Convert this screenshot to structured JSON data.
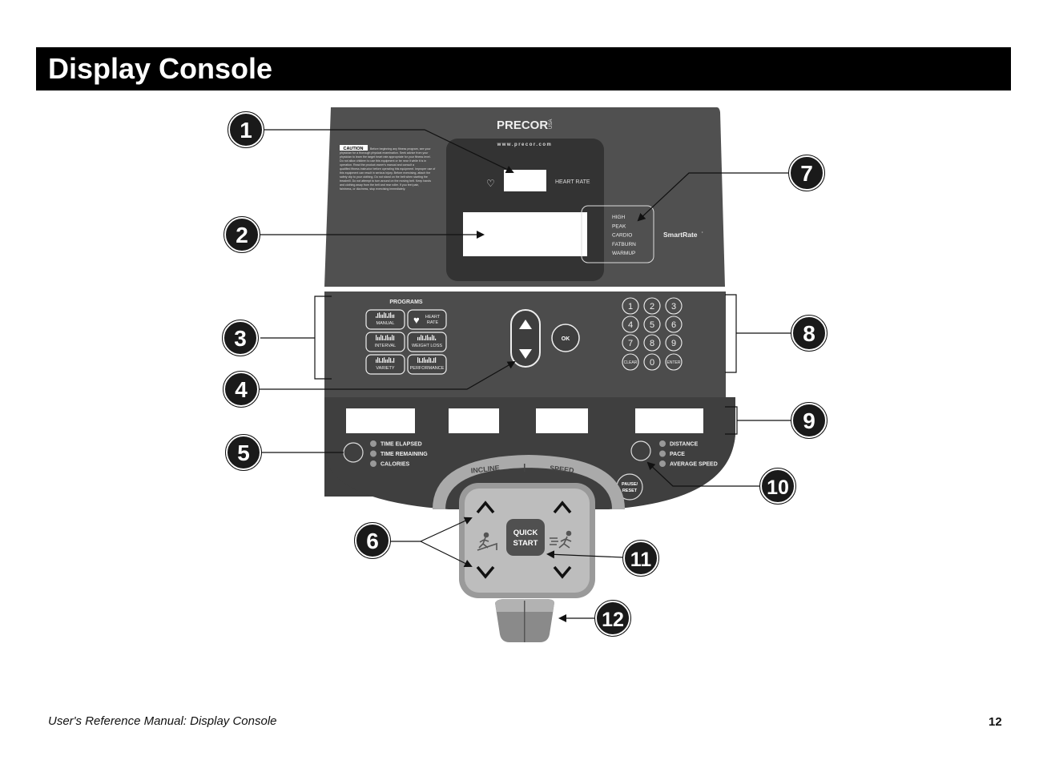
{
  "page": {
    "title": "Display Console",
    "footer_text": "User's Reference Manual: Display Console",
    "page_number": "12"
  },
  "console": {
    "brand": "PRECOR",
    "brand_suffix": "USA",
    "website": "www.precor.com",
    "caution_label": "CAUTION",
    "caution_text": [
      "Before beginning any fitness program, see your",
      "physician for a thorough physical examination. Seek advice from your",
      "physician to learn the target heart rate appropriate for your fitness level.",
      "Do not allow children to use this equipment or be near it while it is in",
      "operation. Read the product owner's manual and consult a",
      "qualified fitness instructor before operating this equipment. Improper use of",
      "this equipment can result in serious injury. Before exercising, attach the",
      "safety clip to your clothing. Do not stand on the belt when starting the",
      "treadmill. Do not attempt to turn around on the moving belt. Keep hands",
      "and clothing away from the belt and rear roller. If you feel pain,",
      "faintness, or dizziness, stop exercising immediately."
    ],
    "heart_rate_label": "HEART RATE",
    "smartrate_label": "SmartRate",
    "zones": [
      "HIGH",
      "PEAK",
      "CARDIO",
      "FATBURN",
      "WARMUP"
    ],
    "programs_title": "PROGRAMS",
    "programs": [
      "MANUAL",
      "HEART RATE",
      "INTERVAL",
      "WEIGHT LOSS",
      "VARIETY",
      "PERFORMANCE"
    ],
    "ok_label": "OK",
    "keypad": [
      "1",
      "2",
      "3",
      "4",
      "5",
      "6",
      "7",
      "8",
      "9",
      "CLEAR",
      "0",
      "ENTER"
    ],
    "left_indicators": [
      "TIME ELAPSED",
      "TIME REMAINING",
      "CALORIES"
    ],
    "right_indicators": [
      "DISTANCE",
      "PACE",
      "AVERAGE SPEED"
    ],
    "pause_label": [
      "PAUSE/",
      "RESET"
    ],
    "incline_label": "INCLINE",
    "speed_label": "SPEED",
    "quick_start_label": [
      "QUICK",
      "START"
    ]
  },
  "callouts": [
    "1",
    "2",
    "3",
    "4",
    "5",
    "6",
    "7",
    "8",
    "9",
    "10",
    "11",
    "12"
  ],
  "colors": {
    "panel_dark": "#4a4a4a",
    "panel_mid": "#3f3f3f",
    "display_white": "#ffffff",
    "callout_fill": "#1a1a1a"
  }
}
